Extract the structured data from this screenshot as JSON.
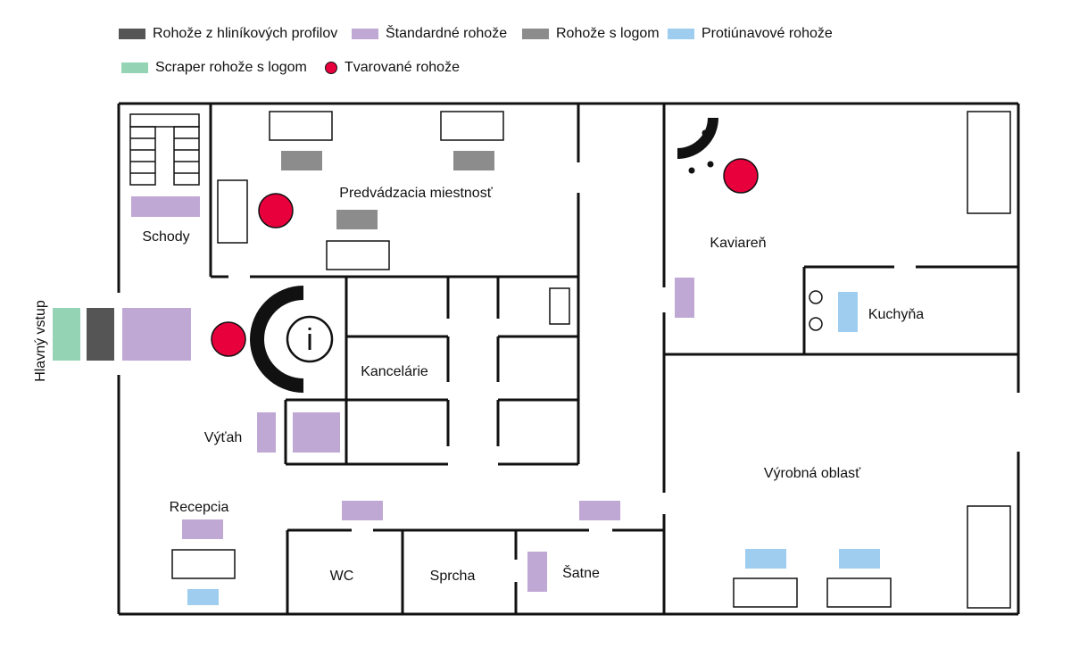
{
  "legend": {
    "items": [
      {
        "label": "Rohože z hliníkových profilov",
        "color": "#555555",
        "kind": "swatch"
      },
      {
        "label": "Štandardné rohože",
        "color": "#c0a8d4",
        "kind": "swatch"
      },
      {
        "label": "Rohože s logom",
        "color": "#8c8c8c",
        "kind": "swatch"
      },
      {
        "label": "Protiúnavové rohože",
        "color": "#9ecdf0",
        "kind": "swatch"
      },
      {
        "label": "Scraper rohože s logom",
        "color": "#94d4b4",
        "kind": "swatch"
      },
      {
        "label": "Tvarované rohože",
        "color": "#e8003d",
        "kind": "dot"
      }
    ]
  },
  "rooms": {
    "showroom": "Predvádzacia miestnosť",
    "stairs": "Schody",
    "cafe": "Kaviareň",
    "kitchen": "Kuchyňa",
    "offices": "Kancelárie",
    "elevator": "Výťah",
    "reception": "Recepcia",
    "production": "Výrobná oblasť",
    "wc": "WC",
    "shower": "Sprcha",
    "lockers": "Šatne",
    "main_entrance": "Hlavný vstup"
  },
  "info_symbol": "i",
  "colors": {
    "wall": "#111111",
    "aluminium": "#555555",
    "standard": "#c0a8d4",
    "logo": "#8c8c8c",
    "anti_fatigue": "#9ecdf0",
    "scraper": "#94d4b4",
    "shaped": "#e8003d"
  }
}
